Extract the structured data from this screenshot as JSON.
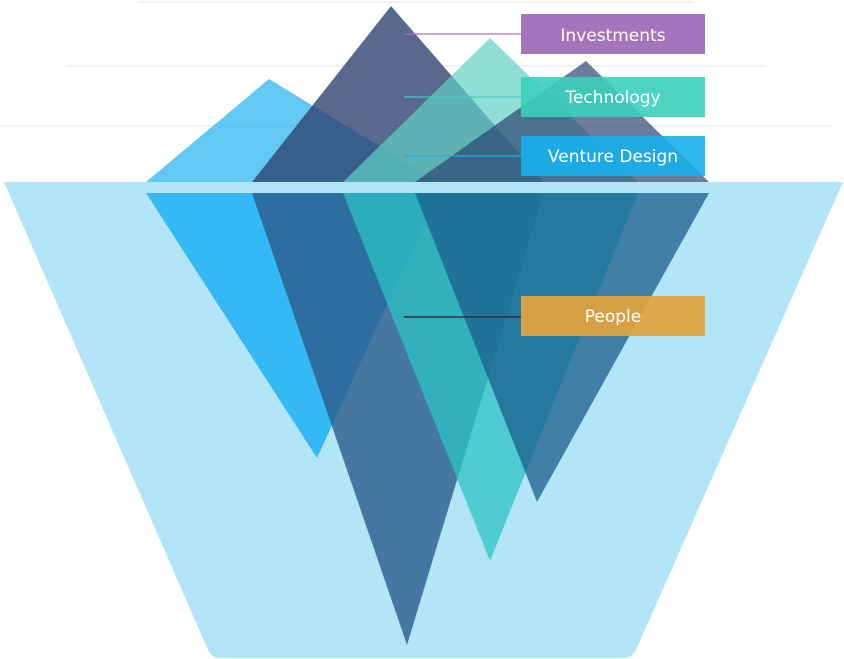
{
  "colors": {
    "water": "#b3e5f8",
    "rule": "#e3e6e8",
    "peak_navy": "#2e4470",
    "peak_teal": "#5fd2c4",
    "peak_blue": "#1fb0f0",
    "investments": "#a674bd",
    "technology": "#3ccfbd",
    "venture_design": "#18afec",
    "people": "#e3a43c"
  },
  "labels": {
    "investments": "Investments",
    "technology": "Technology",
    "venture_design": "Venture Design",
    "people": "People"
  }
}
